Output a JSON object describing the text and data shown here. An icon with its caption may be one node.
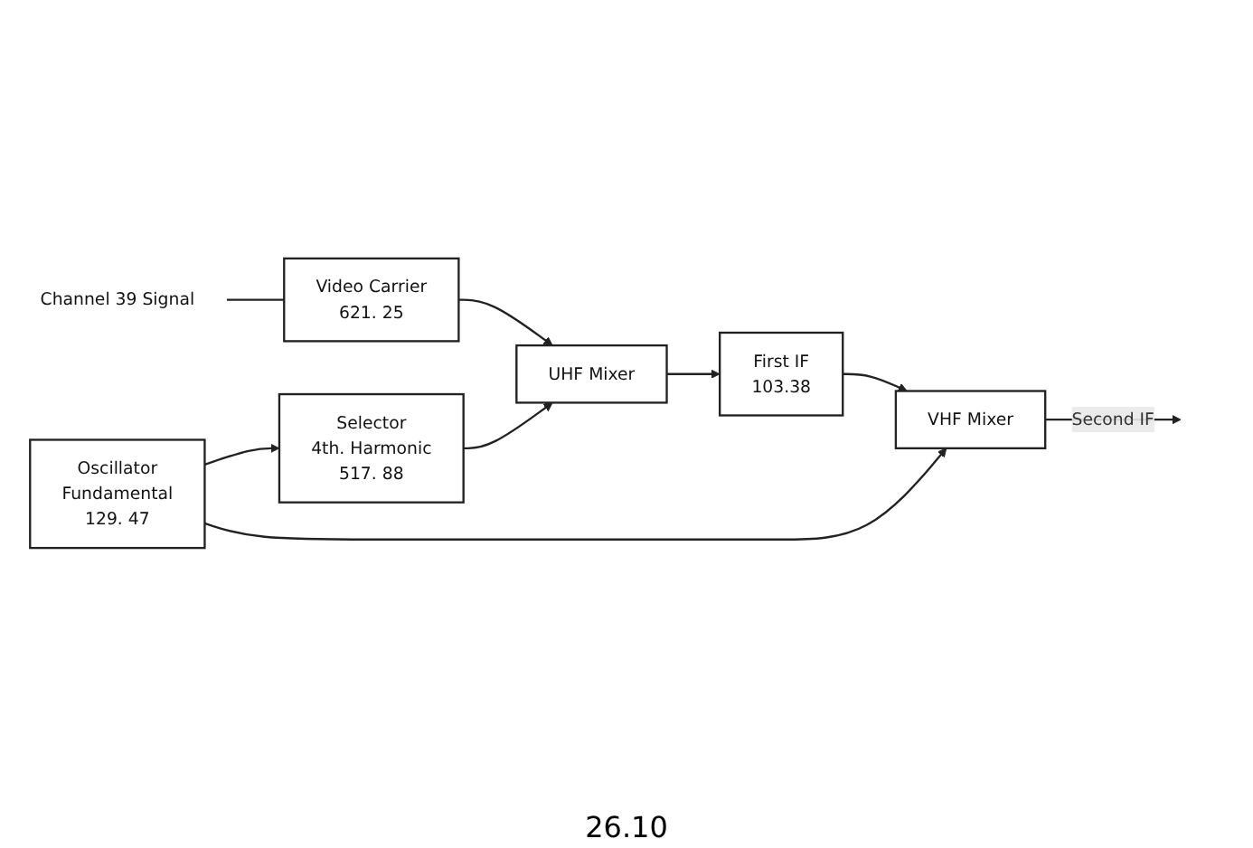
{
  "diagram": {
    "nodes": [
      {
        "text": [
          "Channel 39 Signal"
        ]
      },
      {
        "text": [
          "Video Carrier",
          "621. 25"
        ]
      },
      {
        "text": [
          "UHF Mixer"
        ]
      },
      {
        "text": [
          "First IF",
          "103.38"
        ]
      },
      {
        "text": [
          "VHF Mixer"
        ]
      },
      {
        "text": [
          "Selector",
          "4th. Harmonic",
          "517. 88"
        ]
      },
      {
        "text": [
          "Oscillator",
          "Fundamental",
          "129. 47"
        ]
      }
    ],
    "edges": [
      {
        "from": 0,
        "to": 1,
        "arrow": "none"
      },
      {
        "from": 1,
        "to": 2,
        "arrow": "to"
      },
      {
        "from": 2,
        "to": 3,
        "arrow": "to"
      },
      {
        "from": 3,
        "to": 4,
        "arrow": "to"
      },
      {
        "from": 4,
        "to": null,
        "arrow": "to",
        "label": "Second IF"
      },
      {
        "from": 5,
        "to": 2,
        "arrow": "to"
      },
      {
        "from": 6,
        "to": 4,
        "arrow": "to"
      },
      {
        "from": 6,
        "to": 5,
        "arrow": "to"
      }
    ],
    "labels": [
      "26.10"
    ]
  }
}
